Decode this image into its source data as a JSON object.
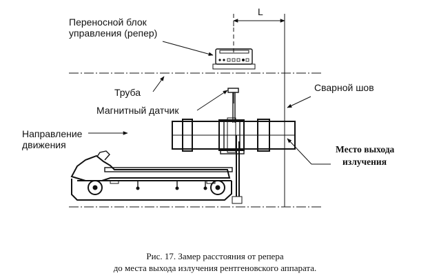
{
  "labels": {
    "control_unit_line1": "Переносной блок",
    "control_unit_line2": "управления (репер)",
    "pipe": "Труба",
    "magnetic_sensor": "Магнитный датчик",
    "direction_line1": "Направление",
    "direction_line2": "движения",
    "weld_seam": "Сварной шов",
    "exit_point_line1": "Место выхода",
    "exit_point_line2": "излучения",
    "distance": "L"
  },
  "caption": {
    "line1": "Рис. 17. Замер расстояния от репера",
    "line2": "до места выхода излучения рентгеновского аппарата."
  }
}
